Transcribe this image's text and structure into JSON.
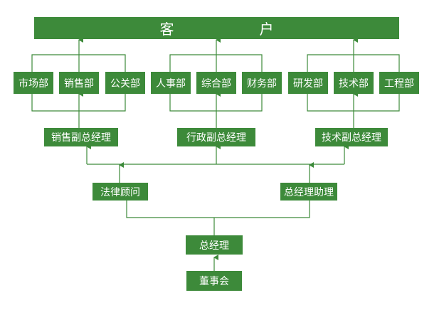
{
  "colors": {
    "box": "#3d8a3a",
    "line": "#3d8a3a",
    "text": "#ffffff",
    "background": "#ffffff"
  },
  "org_chart": {
    "customer": {
      "left": "客",
      "right": "户"
    },
    "departments": {
      "sales": [
        "市场部",
        "销售部",
        "公关部"
      ],
      "admin": [
        "人事部",
        "综合部",
        "财务部"
      ],
      "tech": [
        "研发部",
        "技术部",
        "工程部"
      ]
    },
    "vice_managers": {
      "sales": "销售副总经理",
      "admin": "行政副总经理",
      "tech": "技术副总经理"
    },
    "legal_advisor": "法律顾问",
    "gm_assistant": "总经理助理",
    "general_manager": "总经理",
    "board": "董事会"
  }
}
